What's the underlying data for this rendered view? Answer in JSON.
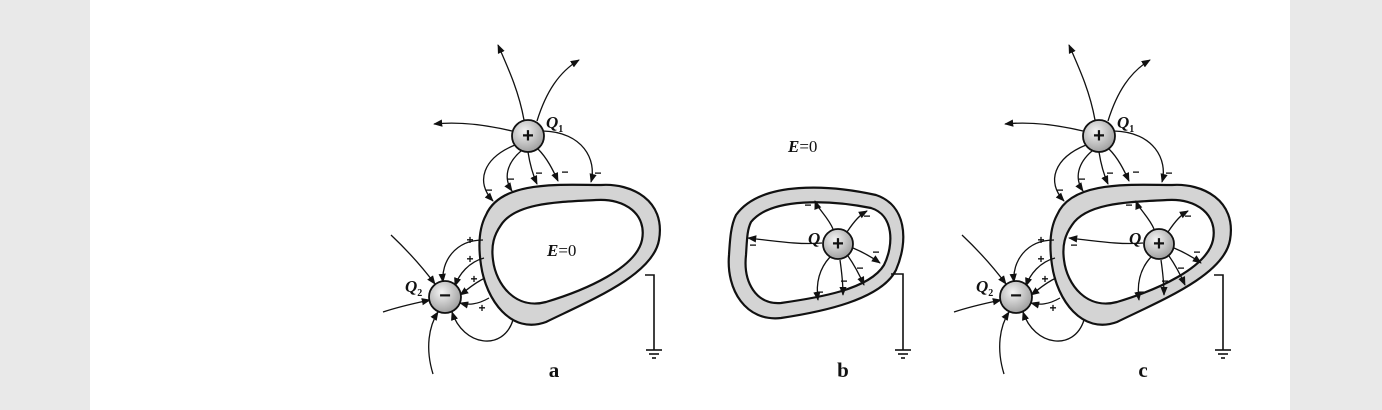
{
  "figure": {
    "charge_signs": {
      "positive": "+",
      "negative": "−"
    },
    "induced_signs": {
      "positive": "+",
      "negative": "−"
    },
    "charges": {
      "q1": {
        "letter": "Q",
        "sub": "1"
      },
      "q2": {
        "letter": "Q",
        "sub": "2"
      },
      "q_inner": {
        "letter": "Q"
      }
    },
    "field_label": {
      "symbol": "E",
      "rest": "=0"
    },
    "panels": {
      "a": "a",
      "b": "b",
      "c": "c"
    },
    "colors": {
      "shell": "#d4d4d4",
      "charge": "#cfcfcf",
      "side": "#e9e9e9"
    }
  }
}
